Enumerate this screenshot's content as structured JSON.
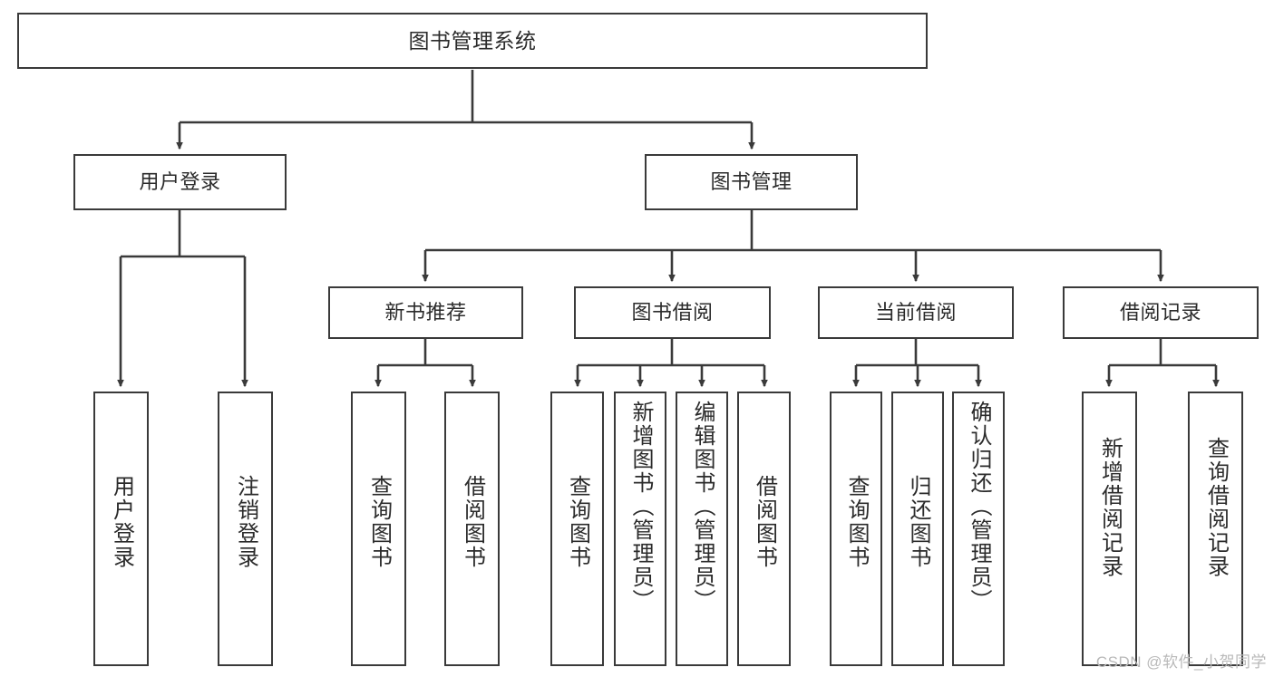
{
  "diagram": {
    "title": "图书管理系统",
    "type": "tree-structure-chart",
    "watermark": "CSDN @软件_小贺同学",
    "root": {
      "id": "root",
      "label": "图书管理系统"
    },
    "level2": [
      {
        "id": "user-login",
        "label": "用户登录"
      },
      {
        "id": "book-manage",
        "label": "图书管理"
      }
    ],
    "level3": [
      {
        "id": "new-book-recommend",
        "label": "新书推荐"
      },
      {
        "id": "book-borrow",
        "label": "图书借阅"
      },
      {
        "id": "current-borrow",
        "label": "当前借阅"
      },
      {
        "id": "borrow-record",
        "label": "借阅记录"
      }
    ],
    "leaves": {
      "user_login": [
        {
          "id": "leaf-user-login",
          "label": "用户登录"
        },
        {
          "id": "leaf-logout-login",
          "label": "注销登录"
        }
      ],
      "new_book_recommend": [
        {
          "id": "leaf-query-book-1",
          "label": "查询图书"
        },
        {
          "id": "leaf-borrow-book-1",
          "label": "借阅图书"
        }
      ],
      "book_borrow": [
        {
          "id": "leaf-query-book-2",
          "label": "查询图书"
        },
        {
          "id": "leaf-add-book",
          "label": "新增图书（管理员）"
        },
        {
          "id": "leaf-edit-book",
          "label": "编辑图书（管理员）"
        },
        {
          "id": "leaf-borrow-book-2",
          "label": "借阅图书"
        }
      ],
      "current_borrow": [
        {
          "id": "leaf-query-book-3",
          "label": "查询图书"
        },
        {
          "id": "leaf-return-book",
          "label": "归还图书"
        },
        {
          "id": "leaf-confirm-return",
          "label": "确认归还（管理员）"
        }
      ],
      "borrow_record": [
        {
          "id": "leaf-add-record",
          "label": "新增借阅记录"
        },
        {
          "id": "leaf-query-record",
          "label": "查询借阅记录"
        }
      ]
    },
    "colors": {
      "stroke": "#3a3a3a",
      "fill": "#ffffff",
      "text": "#2b2b2b",
      "watermark": "#b9b9b9"
    }
  }
}
